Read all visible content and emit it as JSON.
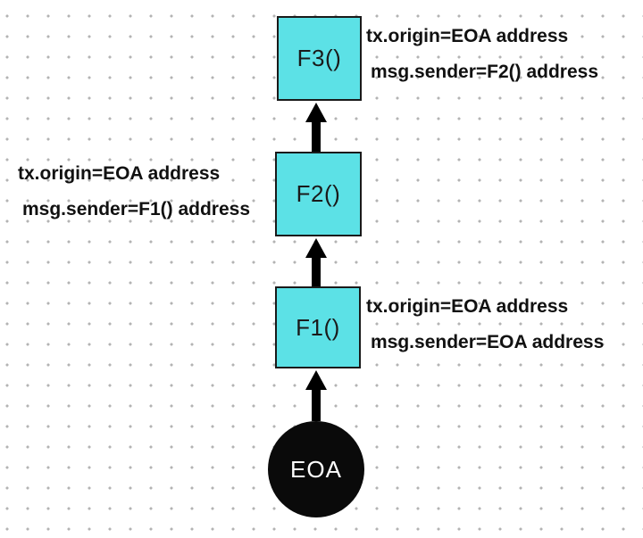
{
  "nodes": {
    "f3": {
      "label": "F3()"
    },
    "f2": {
      "label": "F2()"
    },
    "f1": {
      "label": "F1()"
    },
    "eoa": {
      "label": "EOA"
    }
  },
  "annotations": {
    "f3_right": {
      "line1": "tx.origin=EOA address",
      "line2": "msg.sender=F2() address"
    },
    "f2_left": {
      "line1": "tx.origin=EOA address",
      "line2": "msg.sender=F1() address"
    },
    "f1_right": {
      "line1": "tx.origin=EOA address",
      "line2": "msg.sender=EOA address"
    }
  },
  "colors": {
    "canvas_bg": "#ffffff",
    "dot_grid": "#b3b3b3",
    "box_fill": "#5ce1e6",
    "box_border": "#1a1a1a",
    "eoa_fill": "#0a0a0a",
    "eoa_text": "#ffffff",
    "arrow": "#000000",
    "text": "#111111"
  }
}
